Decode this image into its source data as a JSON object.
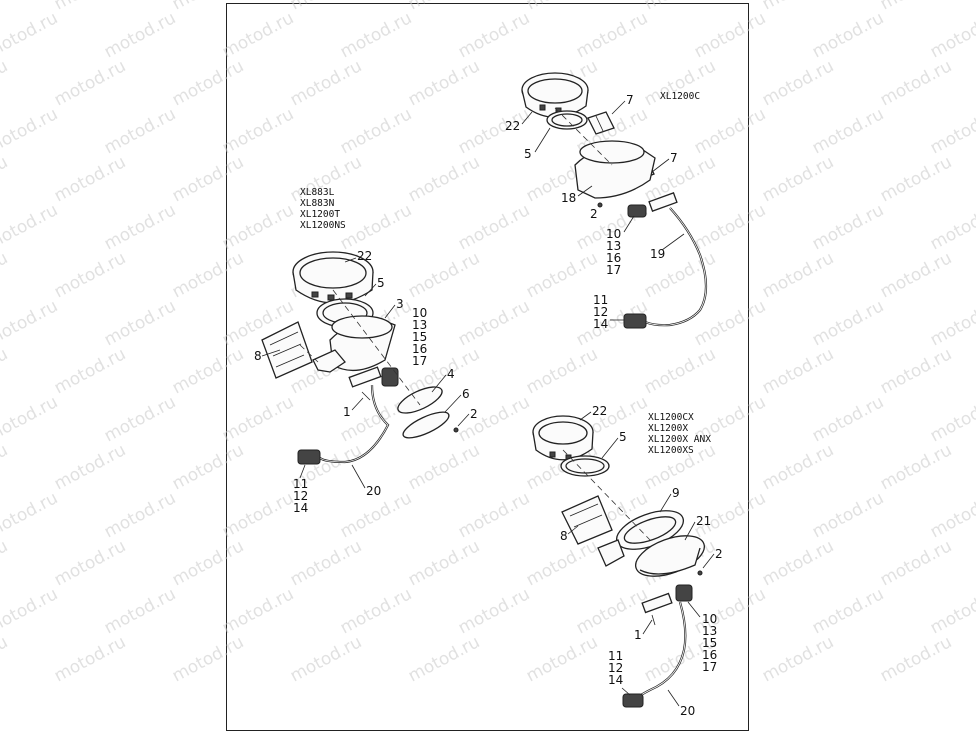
{
  "watermark": "motod.ru",
  "groups": {
    "left": {
      "models": [
        "XL883L",
        "XL883N",
        "XL1200T",
        "XL1200NS"
      ],
      "callouts": [
        "22",
        "5",
        "3",
        "10",
        "13",
        "15",
        "16",
        "17",
        "8",
        "4",
        "6",
        "1",
        "2",
        "11",
        "12",
        "14",
        "20"
      ]
    },
    "top_right": {
      "models": [
        "XL1200C"
      ],
      "callouts": [
        "22",
        "7",
        "5",
        "7",
        "18",
        "2",
        "10",
        "13",
        "16",
        "17",
        "19",
        "11",
        "12",
        "14"
      ]
    },
    "bottom_right": {
      "models": [
        "XL1200CX",
        "XL1200X",
        "XL1200X ANX",
        "XL1200XS"
      ],
      "callouts": [
        "22",
        "5",
        "9",
        "8",
        "21",
        "2",
        "10",
        "13",
        "15",
        "16",
        "17",
        "1",
        "11",
        "12",
        "14",
        "20"
      ]
    }
  }
}
